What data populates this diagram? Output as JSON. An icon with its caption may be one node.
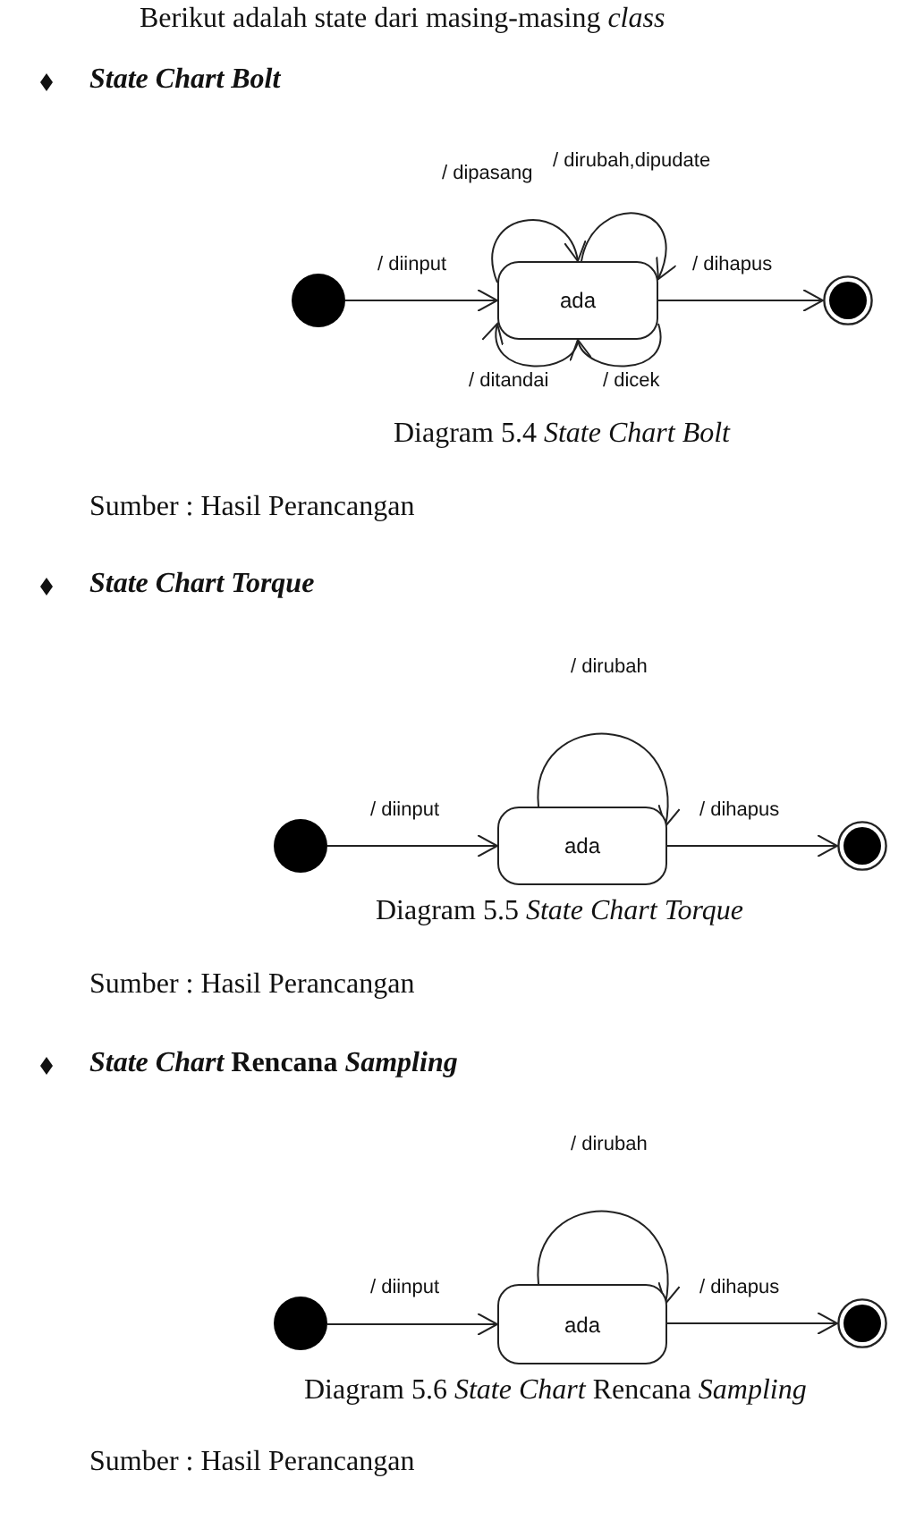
{
  "diagram": {
    "nodes": [
      {
        "text": [],
        "shape": "circle"
      },
      {
        "text": [
          "ada"
        ]
      },
      {
        "text": [],
        "shape": "bullseye"
      },
      {
        "text": [],
        "shape": "circle"
      },
      {
        "text": [
          "ada"
        ]
      },
      {
        "text": [],
        "shape": "bullseye"
      },
      {
        "text": [],
        "shape": "circle"
      },
      {
        "text": [
          "ada"
        ]
      },
      {
        "text": [],
        "shape": "bullseye"
      }
    ],
    "edges": [
      {
        "from": 0,
        "to": 1,
        "arrow": "to",
        "label": "/ diinput"
      },
      {
        "from": 1,
        "to": 1,
        "arrow": "to",
        "label": "/ dipasang"
      },
      {
        "from": 1,
        "to": 1,
        "arrow": "to",
        "label": "/ dirubah,dipudate"
      },
      {
        "from": 1,
        "to": 1,
        "arrow": "to",
        "label": "/ ditandai"
      },
      {
        "from": 1,
        "to": 1,
        "arrow": "to",
        "label": "/ dicek"
      },
      {
        "from": 1,
        "to": 2,
        "arrow": "to",
        "label": "/ dihapus"
      },
      {
        "from": 3,
        "to": 4,
        "arrow": "to",
        "label": "/ diinput"
      },
      {
        "from": 4,
        "to": 4,
        "arrow": "to",
        "label": "/ dirubah"
      },
      {
        "from": 4,
        "to": 5,
        "arrow": "to",
        "label": "/ dihapus"
      },
      {
        "from": 6,
        "to": 7,
        "arrow": "to",
        "label": "/ diinput"
      },
      {
        "from": 7,
        "to": 7,
        "arrow": "to",
        "label": "/ dirubah"
      },
      {
        "from": 7,
        "to": 8,
        "arrow": "to",
        "label": "/ dihapus"
      }
    ],
    "labels": [
      "Berikut adalah state dari masing-masing *class*",
      "State Chart Bolt",
      "Diagram 5.4 *State Chart Bolt*",
      "Sumber : Hasil Perancangan",
      "State Chart Torque",
      "Diagram 5.5 *State Chart Torque*",
      "Sumber : Hasil Perancangan",
      "*State Chart* Rencana *Sampling*",
      "Diagram 5.6 *State Chart* Rencana *Sampling*",
      "Sumber : Hasil Perancangan"
    ]
  }
}
